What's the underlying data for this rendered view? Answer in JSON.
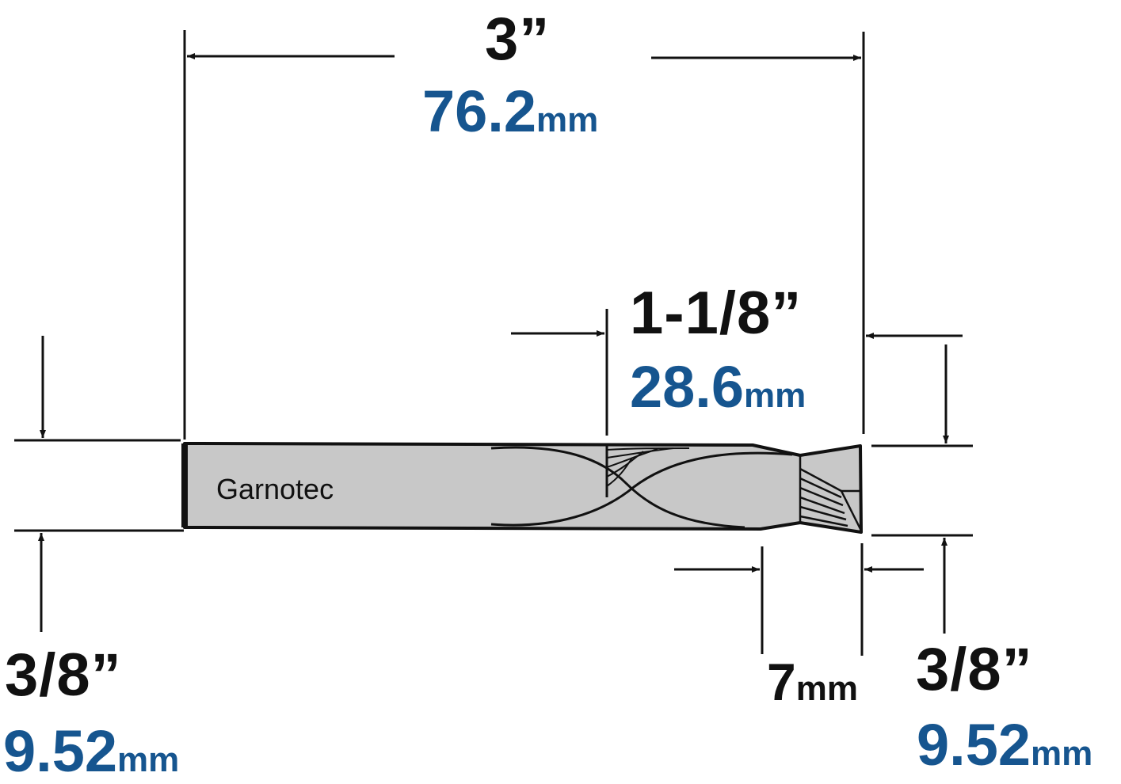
{
  "brand": "Garnotec",
  "colors": {
    "imperial": "#111111",
    "metric": "#16558f",
    "shank_fill": "#c8c8c8",
    "outline": "#111111"
  },
  "dimensions": {
    "overall_length": {
      "imperial": "3”",
      "metric_value": "76.2",
      "metric_unit": "mm"
    },
    "cutting_length": {
      "imperial": "1-1/8”",
      "metric_value": "28.6",
      "metric_unit": "mm"
    },
    "shank_diameter": {
      "imperial": "3/8”",
      "metric_value": "9.52",
      "metric_unit": "mm"
    },
    "cutting_diameter": {
      "imperial": "3/8”",
      "metric_value": "9.52",
      "metric_unit": "mm"
    },
    "tip_length": {
      "metric_value": "7",
      "metric_unit": "mm"
    }
  }
}
